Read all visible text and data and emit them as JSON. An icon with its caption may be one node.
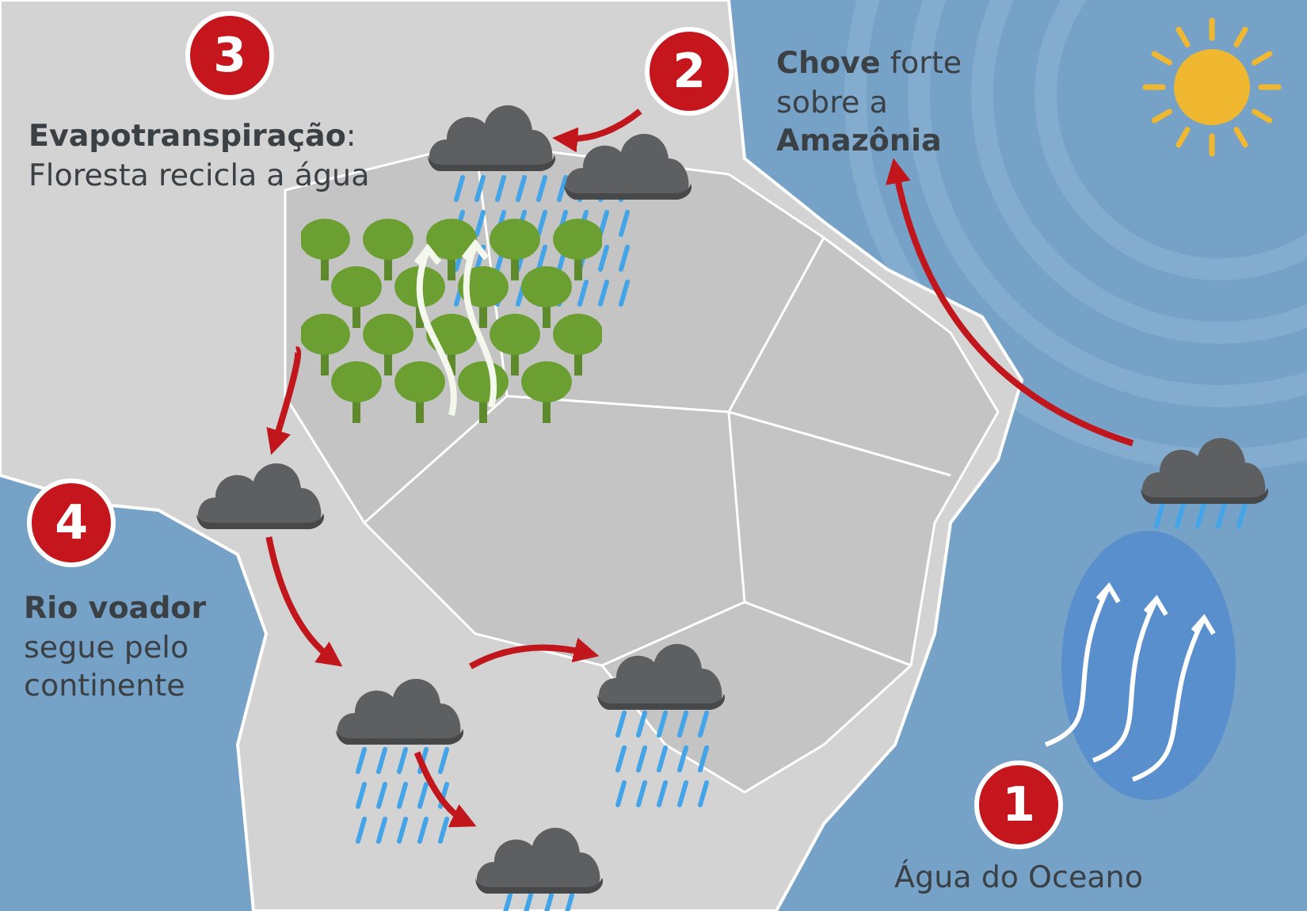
{
  "diagram": {
    "nodes": [
      {
        "text": [
          "3"
        ]
      },
      {
        "text": [
          "2"
        ]
      },
      {
        "text": [
          "**Chove** forte sobre a **Amazônia**"
        ]
      },
      {
        "text": [],
        "shape": "picture"
      },
      {
        "text": [],
        "shape": "picture"
      },
      {
        "text": [],
        "shape": "picture"
      },
      {
        "text": [],
        "shape": "picture"
      },
      {
        "text": [
          "4"
        ]
      },
      {
        "text": [],
        "shape": "picture"
      },
      {
        "text": [],
        "shape": "picture"
      },
      {
        "text": [],
        "shape": "picture"
      },
      {
        "text": [],
        "shape": "picture"
      },
      {
        "text": [
          "1"
        ],
        "beside": [
          "Água do Oceano"
        ]
      }
    ],
    "edges": [
      {
        "from": 8,
        "to": 2,
        "arrow": "to"
      },
      {
        "from": 1,
        "to": 3,
        "arrow": "to"
      },
      {
        "from": 5,
        "to": 6,
        "arrow": "to"
      },
      {
        "from": 6,
        "to": 9,
        "arrow": "to"
      },
      {
        "from": 9,
        "to": 10,
        "arrow": "to"
      },
      {
        "from": 9,
        "to": 11,
        "arrow": "to"
      }
    ],
    "labels": [
      "**Evapotranspiração**: Floresta recicla a água",
      "**Rio voador** segue pelo continente"
    ]
  }
}
